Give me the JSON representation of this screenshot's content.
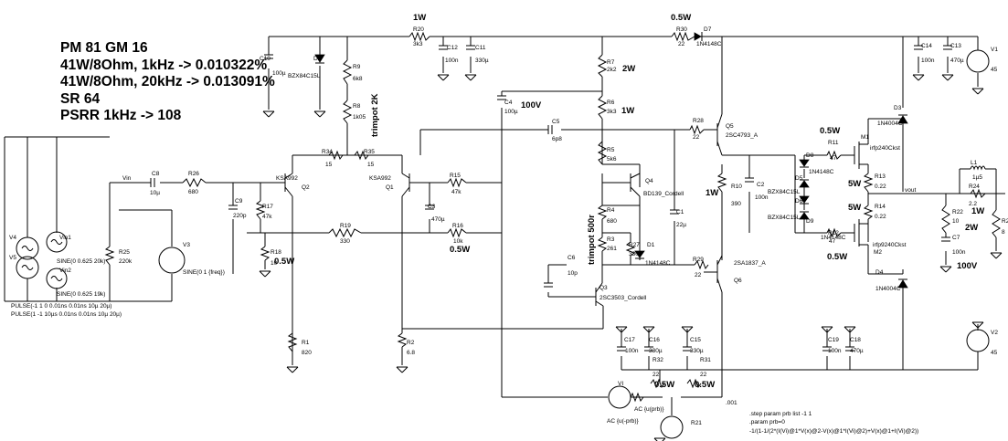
{
  "notes": [
    "PM 81 GM 16",
    "41W/8Ohm, 1kHz   -> 0.010322%",
    "41W/8Ohm, 20kHz -> 0.013091%",
    "SR 64",
    "PSRR 1kHz -> 108"
  ],
  "labels": {
    "p1w_top": "1W",
    "r20": "R20",
    "r20v": "3k3",
    "p05w_top": "0.5W",
    "r30": "R30",
    "r30v": "22",
    "d7": "D7",
    "d7v": "1N4148C",
    "c10": "C10",
    "c10v": "100µ",
    "d2": "D2",
    "d2v": "BZX84C15L",
    "r9": "R9",
    "r9v": "6k8",
    "r8": "R8",
    "r8v": "1k05",
    "trimpot2k": "trimpot 2K",
    "c12": "C12",
    "c12v": "100n",
    "c11": "C11",
    "c11v": "330µ",
    "r7": "R7",
    "r7v": "2k2",
    "p2w_r7": "2W",
    "c4": "C4",
    "c4v": "100µ",
    "p100v_c4": "100V",
    "r6": "R6",
    "r6v": "3k3",
    "p1w_r6": "1W",
    "c5": "C5",
    "c5v": "6p8",
    "r28": "R28",
    "r28v": "22",
    "q5": "Q5",
    "q5v": "2SC4793_A",
    "c14": "C14",
    "c14v": "100n",
    "c13": "C13",
    "c13v": "470µ",
    "v1": "V1",
    "v1v": "45",
    "d3": "D3",
    "d3v": "1N4004C",
    "p05w_m1": "0.5W",
    "m1": "M1",
    "m1v": "irfp240Ckst",
    "r11": "R11",
    "r11v": "47",
    "d8": "D8",
    "d8v": "1N4148C",
    "r34": "R34",
    "r34v": "15",
    "r35": "R35",
    "r35v": "15",
    "r5": "R5",
    "r5v": "5k6",
    "q4": "Q4",
    "q4v": "BD139_Cordell",
    "d5": "D5",
    "d5v": "BZX84C15L",
    "d6": "D6",
    "d6v": "BZX84C15L",
    "p5w_r13": "5W",
    "r13": "R13",
    "r13v": "0.22",
    "l1": "L1",
    "l1v": "1µ5",
    "r24": "R24",
    "r24v": "2.2",
    "p1w_r24": "1W",
    "vout": "vout",
    "vin": "Vin",
    "c8": "C8",
    "c8v": "10µ",
    "r26": "R26",
    "r26v": "680",
    "ksa992_q2": "KSA992",
    "q2": "Q2",
    "ksa992_q1": "KSA992",
    "q1": "Q1",
    "r15": "R15",
    "r15v": "47k",
    "c3": "C3",
    "c3v": "470µ",
    "trimpot500r": "trimpot 500r",
    "r10": "R10",
    "r10v": "390",
    "p1w_r10": "1W",
    "c2": "C2",
    "c2v": "100n",
    "r14": "R14",
    "r14v": "0.22",
    "p5w_r14": "5W",
    "c9": "C9",
    "c9v": "220p",
    "r17": "R17",
    "r17v": "47k",
    "r4": "R4",
    "r4v": "680",
    "c1": "C1",
    "c1v": "22µ",
    "r19": "R19",
    "r19v": "330",
    "r16": "R16",
    "r16v": "10k",
    "p05w_r16": "0.5W",
    "d9": "D9",
    "d9v": "1N4148C",
    "r22": "R22",
    "r22v": "10",
    "p2w_r22": "2W",
    "r2": "R2",
    "r2v": "8",
    "v4": "V4",
    "v5": "V5",
    "vin1": "Vin1",
    "vin2": "Vin2",
    "r25": "R25",
    "r25v": "220k",
    "v3": "V3",
    "v3v": "SINE(0 1 {freq})",
    "r18": "R18",
    "r18v": "10",
    "p05w_r18": "0.5W",
    "r3": "R3",
    "r3v": "261",
    "r27": "R27",
    "r27v": "330",
    "d1": "D1",
    "d1v": "1N4148C",
    "r29": "R29",
    "r29v": "22",
    "q6": "Q6",
    "q6v": "2SA1837_A",
    "r12": "R12",
    "r12v": "47",
    "d9b": "1N4148C",
    "p05w_m2": "0.5W",
    "m2": "M2",
    "m2v": "irfp9240Ckst",
    "c7": "C7",
    "c7v": "100n",
    "p100v_c7": "100V",
    "sine_vin1": "SINE(0 0.625 20k)",
    "sine_vin2": "SINE(0 0.625 19k)",
    "c6": "C6",
    "c6v": "10p",
    "q3": "Q3",
    "q3v": "2SC3503_Cordell",
    "d4": "D4",
    "d4v": "1N4004C",
    "pulse1": "PULSE(-1 1 0 0.01ns 0.01ns 10µ 20µ)",
    "pulse2": "PULSE(1 -1 10µs 0.01ns 0.01ns 10µ 20µ)",
    "c17": "C17",
    "c17v": "100n",
    "c16": "C16",
    "c16v": "330µ",
    "c15": "C15",
    "c15v": "330µ",
    "c19": "C19",
    "c19v": "100n",
    "c18": "C18",
    "c18v": "470µ",
    "r1": "R1",
    "r1v": "820",
    "r2b": "R2",
    "r2bv": "6.8",
    "v2": "V2",
    "v2v": "45",
    "r32": "R32",
    "r32v": "22",
    "r31": "R31",
    "r31v": "22",
    "p05w_r32": "0.5W",
    "p05w_r31": "0.5W",
    "vi": "VI",
    "ac1": "AC {u(prb)}",
    "ac2": "AC {u(-prb)}",
    "r21": "R21",
    "r21v": ".001",
    "step1": ".step param prb list -1 1",
    "step2": ".param prb=0",
    "step3": "-1/(1-1/(2*(I(Vi)@1*V(x)@2-V(x)@1*I(Vi)@2)+V(x)@1+I(Vi)@2))"
  }
}
